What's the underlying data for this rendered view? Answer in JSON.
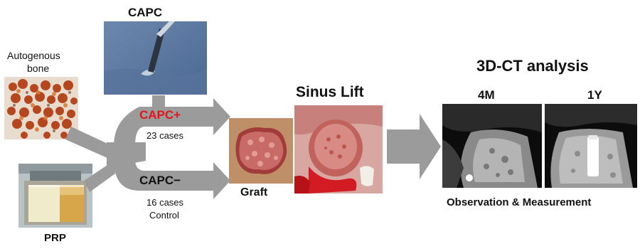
{
  "inputs": {
    "capc": "CAPC",
    "autogenous_bone": [
      "Autogenous",
      "bone"
    ],
    "prp": "PRP"
  },
  "groups": {
    "capc_plus": {
      "label": "CAPC+",
      "cases": "23 cases"
    },
    "capc_minus": {
      "label": "CAPC−",
      "cases": "16 cases",
      "note": "Control"
    }
  },
  "graft": "Graft",
  "sinus_lift": "Sinus Lift",
  "analysis": {
    "title": "3D-CT analysis",
    "timepoints": [
      "4M",
      "1Y"
    ],
    "footer": "Observation & Measurement"
  },
  "colors": {
    "arrow": "#9b9b9b",
    "capc_plus": "#e3151a",
    "text": "#111111"
  }
}
